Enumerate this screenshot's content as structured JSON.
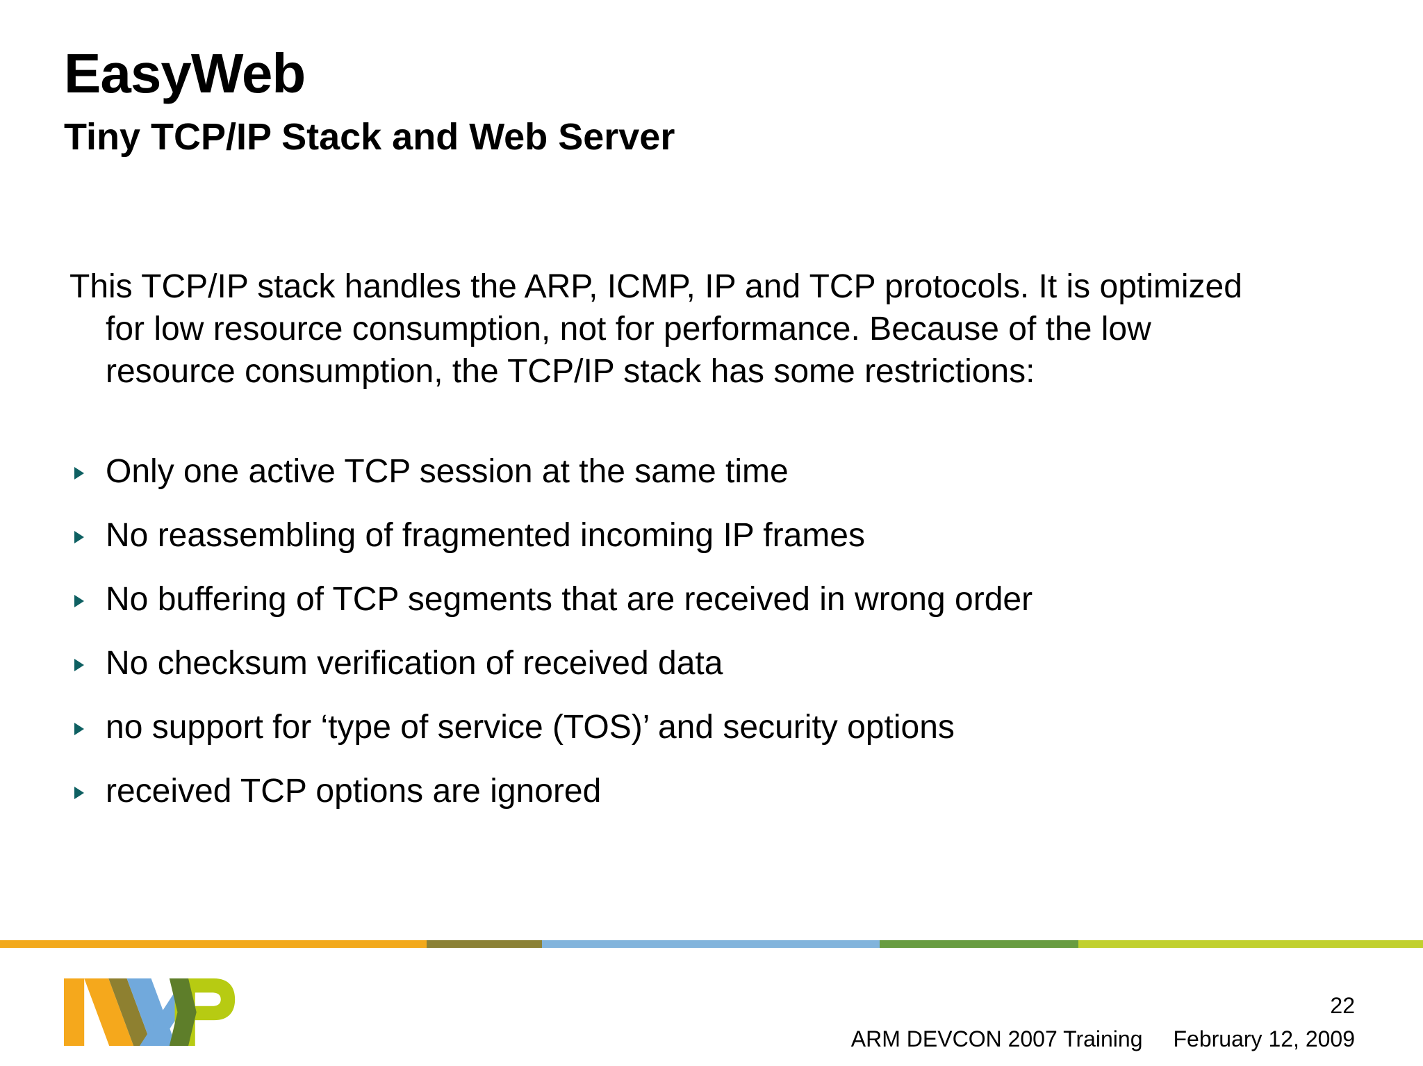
{
  "slide": {
    "title": "EasyWeb",
    "subtitle": "Tiny TCP/IP Stack and Web Server",
    "paragraph_lines": [
      "This TCP/IP stack handles the ARP, ICMP, IP and TCP protocols. It is optimized",
      "for low resource consumption, not for performance. Because of the low",
      "resource consumption, the TCP/IP stack has some restrictions:"
    ],
    "bullets": [
      "Only one active TCP session at the same time",
      "No reassembling of fragmented incoming IP frames",
      "No buffering of TCP segments that are received in wrong order",
      "No checksum verification of received data",
      "no support for ‘type of service (TOS)’ and security options",
      "received TCP options are ignored"
    ],
    "footer": {
      "page_number": "22",
      "event": "ARM DEVCON 2007 Training",
      "date": "February 12, 2009"
    },
    "colors": {
      "text": "#000000",
      "bullet_accent": "#0e6062",
      "stripe": [
        "#f2a91c",
        "#8b8136",
        "#82b4dc",
        "#689c41",
        "#c1d02e"
      ],
      "logo": {
        "orange": "#f5a81c",
        "olive": "#8e8030",
        "blue": "#71a9dc",
        "dark_green": "#5e7e2a",
        "lime": "#b7cb12"
      }
    },
    "logo_alt": "NXP"
  }
}
